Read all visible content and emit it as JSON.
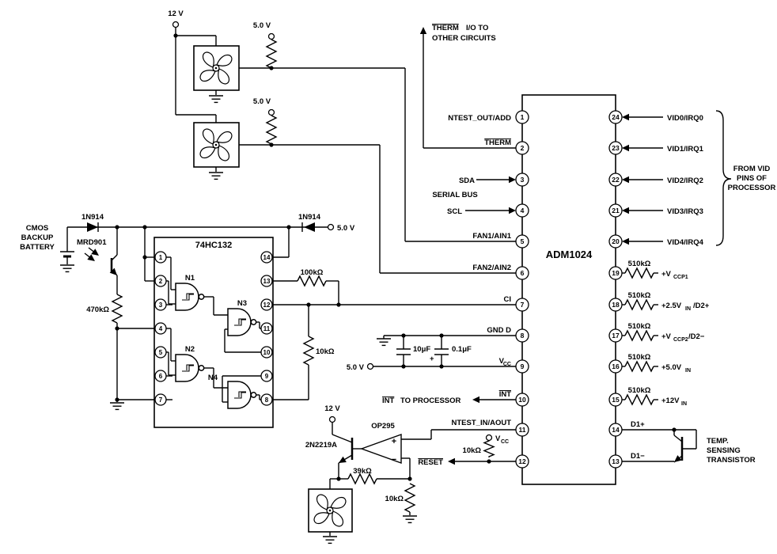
{
  "colors": {
    "ink": "#000000",
    "background": "#ffffff"
  },
  "chip": {
    "name": "ADM1024",
    "left_pins": [
      {
        "num": "1",
        "label": "NTEST_OUT/ADD"
      },
      {
        "num": "2",
        "label": "THERM"
      },
      {
        "num": "3",
        "label": "SDA"
      },
      {
        "num": "4",
        "label": "SCL"
      },
      {
        "num": "5",
        "label": "FAN1/AIN1"
      },
      {
        "num": "6",
        "label": "FAN2/AIN2"
      },
      {
        "num": "7",
        "label": "CI"
      },
      {
        "num": "8",
        "label": "GND D"
      },
      {
        "num": "9",
        "main": "V",
        "sub": "CC"
      },
      {
        "num": "10",
        "label": "INT"
      },
      {
        "num": "11",
        "label": "NTEST_IN/AOUT"
      },
      {
        "num": "12",
        "label": "RESET"
      }
    ],
    "right_pins": [
      {
        "num": "24",
        "label": "VID0/IRQ0"
      },
      {
        "num": "23",
        "label": "VID1/IRQ1"
      },
      {
        "num": "22",
        "label": "VID2/IRQ2"
      },
      {
        "num": "21",
        "label": "VID3/IRQ3"
      },
      {
        "num": "20",
        "label": "VID4/IRQ4"
      },
      {
        "num": "19",
        "resistor": "510kΩ",
        "main": "+V",
        "sub": "CCP1",
        "post": ""
      },
      {
        "num": "18",
        "resistor": "510kΩ",
        "main": "+2.5V",
        "sub": "IN",
        "post": "/D2+"
      },
      {
        "num": "17",
        "resistor": "510kΩ",
        "main": "+V",
        "sub": "CCP2",
        "post": "/D2−"
      },
      {
        "num": "16",
        "resistor": "510kΩ",
        "main": "+5.0V",
        "sub": "IN",
        "post": ""
      },
      {
        "num": "15",
        "resistor": "510kΩ",
        "main": "+12V",
        "sub": "IN",
        "post": ""
      },
      {
        "num": "14",
        "label": "D1+"
      },
      {
        "num": "13",
        "label": "D1−"
      }
    ]
  },
  "labels": {
    "therm_io_line1_overlined": "THERM",
    "therm_io_line1_rest": " I/O TO",
    "therm_io_line2": "OTHER CIRCUITS",
    "serial_bus": "SERIAL BUS",
    "int_to_processor_suffix": "TO PROCESSOR",
    "from_vid_line1": "FROM VID",
    "from_vid_line2": "PINS OF",
    "from_vid_line3": "PROCESSOR",
    "temp_line1": "TEMP.",
    "temp_line2": "SENSING",
    "temp_line3": "TRANSISTOR",
    "cmos_line1": "CMOS",
    "cmos_line2": "BACKUP",
    "cmos_line3": "BATTERY"
  },
  "supplies": {
    "v12_fans": "12 V",
    "v5_fan1_pullup": "5.0 V",
    "v5_fan2_pullup": "5.0 V",
    "v5_backup": "5.0 V",
    "v5_vcc": "5.0 V",
    "v12_fan_drive": "12 V",
    "vcc_pullup_main": "V",
    "vcc_pullup_sub": "CC"
  },
  "components": {
    "diode_battery": "1N914",
    "diode_supply": "1N914",
    "phototransistor": "MRD901",
    "r_470k": "470kΩ",
    "quad_nand": "74HC132",
    "r_100k": "100kΩ",
    "r_10k_gate": "10kΩ",
    "cap_bulk": "10μF",
    "cap_bulk_polarity": "+",
    "cap_decouple": "0.1μF",
    "opamp": "OP295",
    "npn": "2N2219A",
    "r_39k": "39kΩ",
    "r_10k_feedback": "10kΩ",
    "r_10k_reset": "10kΩ",
    "opamp_plus": "+",
    "opamp_minus": "−",
    "gates": [
      "N1",
      "N2",
      "N3",
      "N4"
    ],
    "hc_left_pins": [
      "1",
      "2",
      "3",
      "4",
      "5",
      "6",
      "7"
    ],
    "hc_right_pins": [
      "14",
      "13",
      "12",
      "11",
      "10",
      "9",
      "8"
    ]
  }
}
